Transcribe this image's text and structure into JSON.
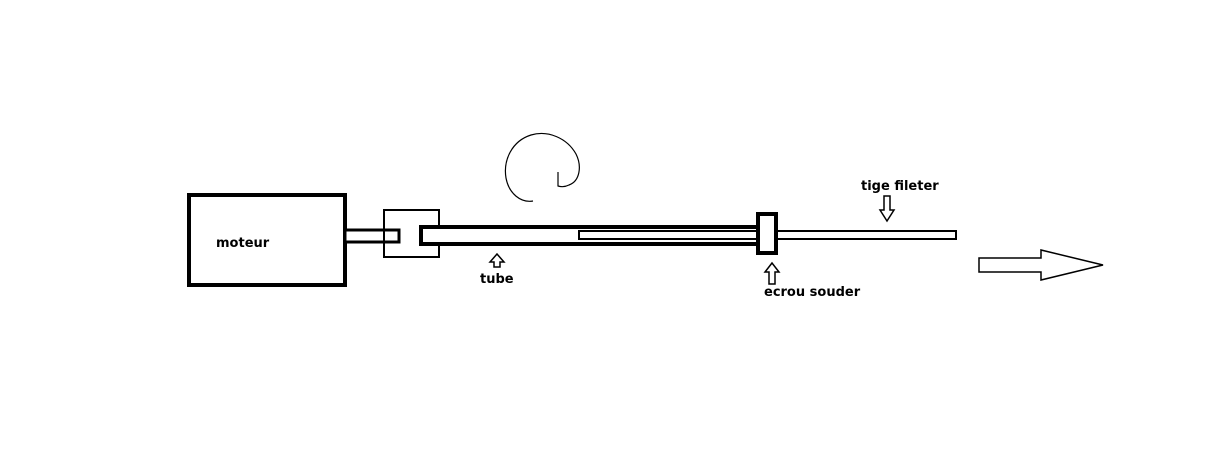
{
  "labels": {
    "motor": "moteur",
    "tube": "tube",
    "threaded_rod": "tige fileter",
    "welded_nut": "ecrou souder"
  },
  "colors": {
    "stroke": "#000000",
    "background": "#ffffff"
  }
}
